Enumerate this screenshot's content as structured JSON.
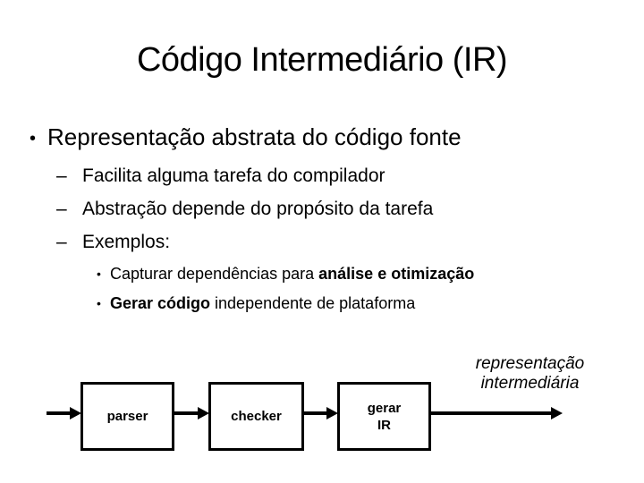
{
  "slide": {
    "title": "Código Intermediário (IR)",
    "bullet1": {
      "glyph": "•",
      "text": "Representação abstrata do código fonte"
    },
    "bullets2": [
      {
        "glyph": "–",
        "text": "Facilita alguma tarefa do compilador"
      },
      {
        "glyph": "–",
        "text": "Abstração depende do propósito da tarefa"
      },
      {
        "glyph": "–",
        "text": "Exemplos:"
      }
    ],
    "bullets3": [
      {
        "glyph": "•",
        "pre": "Capturar dependências para ",
        "bold": "análise e otimização",
        "post": ""
      },
      {
        "glyph": "•",
        "pre": "",
        "bold": "Gerar código",
        "post": " independente de plataforma"
      }
    ],
    "diagram": {
      "box_parser": "parser",
      "box_checker": "checker",
      "box_gerar_line1": "gerar",
      "box_gerar_line2": "IR",
      "caption_line1": "representação",
      "caption_line2": "intermediária"
    },
    "colors": {
      "text": "#000000",
      "background": "#ffffff",
      "box_border": "#000000",
      "arrow": "#000000"
    }
  }
}
